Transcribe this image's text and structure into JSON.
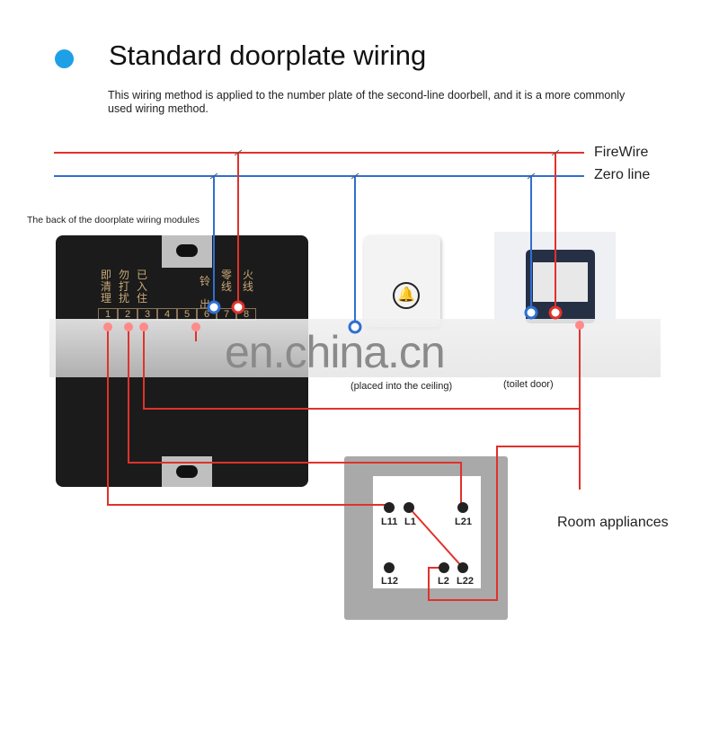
{
  "title": "Standard doorplate wiring",
  "description": "This  wiring method is applied to the number plate of the second-line doorbell, and it is a more commonly used wiring method.",
  "lines": {
    "fire": "FireWire",
    "zero": "Zero line"
  },
  "module_label": "The back of the doorplate wiring modules",
  "module_terminal_labels": [
    "即清理",
    "勿打扰",
    "已入住",
    "",
    "",
    "",
    "铃出",
    "零线",
    "火线"
  ],
  "module_terminals": [
    "1",
    "2",
    "3",
    "4",
    "5",
    "6",
    "7",
    "8"
  ],
  "doorbell_caption": "(placed into the ceiling)",
  "toilet_caption": "(toilet door)",
  "switch_terminals": {
    "l11": "L11",
    "l1": "L1",
    "l21": "L21",
    "l12": "L12",
    "l2": "L2",
    "l22": "L22"
  },
  "room_appliances": "Room appliances",
  "watermark": "en.china.cn",
  "colors": {
    "fire": "#e0322b",
    "zero": "#2f6fd1",
    "accent": "#1ea0e6"
  }
}
